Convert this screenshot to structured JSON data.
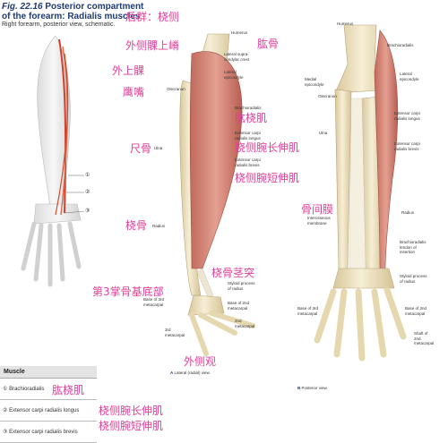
{
  "figure": {
    "number": "Fig. 22.16",
    "title_line1": "Posterior compartment",
    "title_line2": "of the forearm: Radialis muscles",
    "subtitle": "Right forearm, posterior view, schematic."
  },
  "cn_labels": {
    "header": "后群：桡侧",
    "lateral_supracondylar_ridge": "外侧髁上嵴",
    "lateral_epicondyle": "外上髁",
    "olecranon": "鹰嘴",
    "ulna": "尺骨",
    "radius": "桡骨",
    "third_metacarpal_base": "第3掌骨基底部",
    "humerus": "肱骨",
    "brachioradialis": "肱桡肌",
    "ecr_longus": "桡侧腕长伸肌",
    "ecr_brevis": "桡侧腕短伸肌",
    "styloid": "桡骨茎突",
    "interosseous": "骨间膜",
    "lateral_view": "外侧观",
    "table_brachioradialis": "肱桡肌",
    "table_longus": "桡侧腕长伸肌",
    "table_brevis": "桡侧腕短伸肌"
  },
  "view_a_labels": {
    "humerus": "Humerus",
    "ridge": "Lateral supra-\ncondylar crest",
    "lateral_epicondyle": "Lateral\nepicondyle",
    "olecranon": "Olecranon",
    "brachioradialis": "Brachioradialis",
    "ecr_longus": "Extensor carpi\nradialis longus",
    "ecr_brevis": "Extensor carpi\nradialis brevis",
    "ulna": "Ulna",
    "radius": "Radius",
    "styloid": "Styloid process\nof radius",
    "base3": "Base of 3rd\nmetacarpal",
    "base2": "Base of 2nd\nmetacarpal",
    "mc3": "3rd\nmetacarpal",
    "mc2": "2nd\nmetacarpal",
    "caption_letter": "A",
    "caption_text": "Lateral (radial) view."
  },
  "view_b_labels": {
    "humerus": "Humerus",
    "brachioradialis": "Brachioradialis",
    "lateral_epicondyle": "Lateral\nepicondyle",
    "medial_epicondyle": "Medial\nepicondyle",
    "olecranon": "Olecranon",
    "ecr_longus": "Extensor carpi\nradialis longus",
    "ecr_brevis": "Extensor carpi\nradialis brevis",
    "ulna": "Ulna",
    "radius": "Radius",
    "interosseous": "Interosseous\nmembrane",
    "br_tendon": "Brachioradialis\ntendon of\ninsertion",
    "styloid": "Styloid process\nof radius",
    "base3": "Base of 3rd\nmetacarpal",
    "base2": "Base of 2nd\nmetacarpal",
    "shaft2": "Shaft of\n2nd\nmetacarpal",
    "caption_letter": "B",
    "caption_text": "Posterior view."
  },
  "markers": [
    "①",
    "②",
    "③"
  ],
  "table": {
    "header": "Muscle",
    "rows": [
      {
        "num": "①",
        "name": "Brachioradialis"
      },
      {
        "num": "②",
        "name": "Extensor carpi radialis longus"
      },
      {
        "num": "③",
        "name": "Extensor carpi radialis brevis"
      }
    ]
  },
  "colors": {
    "bone": "#f1e7c9",
    "bone_shadow": "#d9c79a",
    "muscle": "#d98a7a",
    "muscle_dark": "#b95e52",
    "title": "#1f3b73",
    "cn": "#e0409a"
  }
}
